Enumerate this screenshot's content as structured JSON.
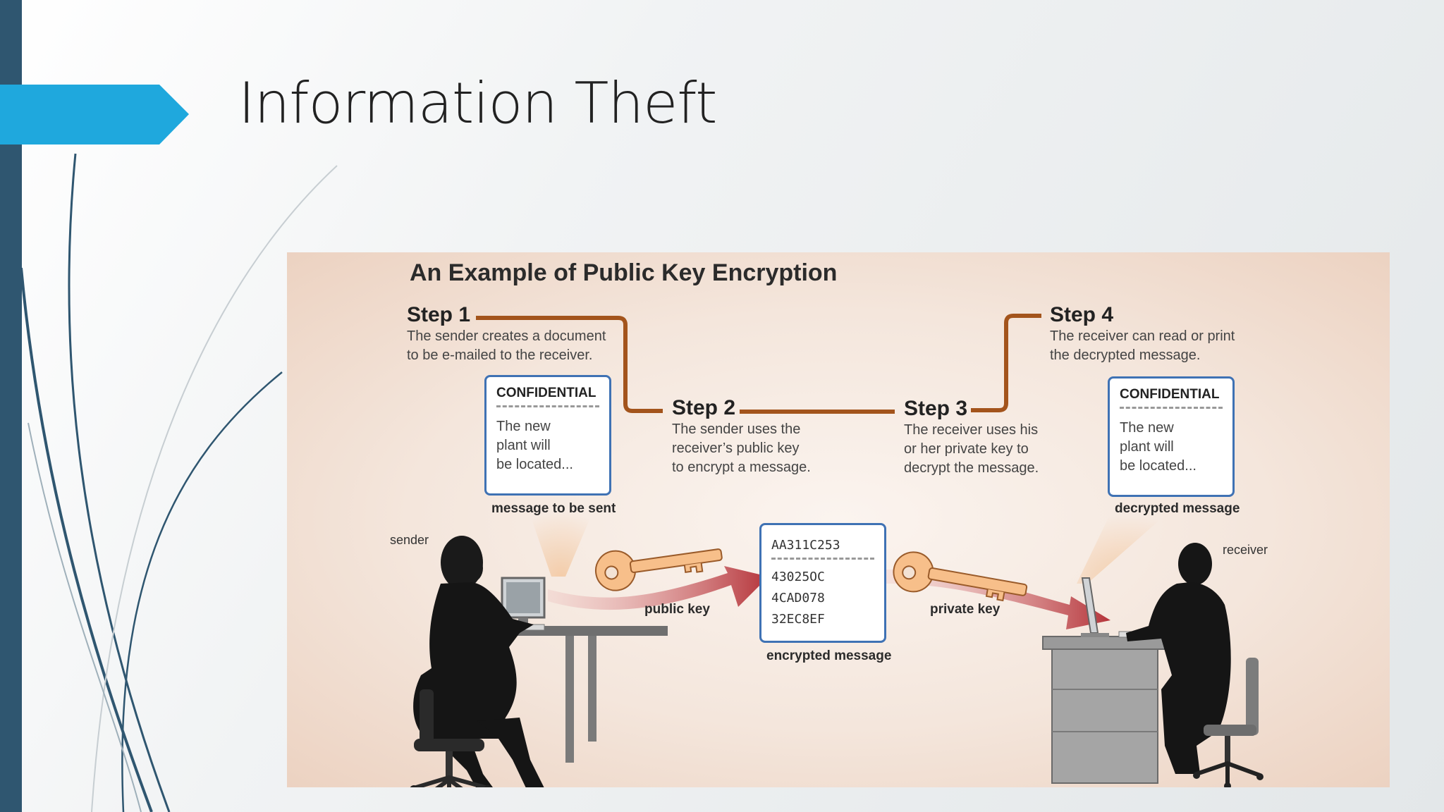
{
  "slide": {
    "title": "Information Theft",
    "accent_color": "#1fa8dd",
    "sidebar_color": "#2f5670"
  },
  "figure": {
    "title": "An Example of Public Key Encryption",
    "step1": {
      "head": "Step 1",
      "lines": [
        "The sender creates a document",
        "to be e-mailed to the receiver."
      ]
    },
    "step2": {
      "head": "Step 2",
      "lines": [
        "The sender uses the",
        "receiver’s public key",
        "to encrypt a message."
      ]
    },
    "step3": {
      "head": "Step 3",
      "lines": [
        "The receiver uses his",
        "or her private key to",
        "decrypt the message."
      ]
    },
    "step4": {
      "head": "Step 4",
      "lines": [
        "The receiver can read or print",
        "the decrypted message."
      ]
    },
    "sent_doc": {
      "heading": "CONFIDENTIAL",
      "lines": [
        "The new",
        "plant will",
        "be located..."
      ],
      "caption": "message to be sent"
    },
    "decrypted_doc": {
      "heading": "CONFIDENTIAL",
      "lines": [
        "The new",
        "plant will",
        "be located..."
      ],
      "caption": "decrypted message"
    },
    "encrypted_doc": {
      "heading": "AA311C253",
      "lines": [
        "43025OC",
        "4CAD078",
        "32EC8EF"
      ],
      "caption": "encrypted message"
    },
    "public_key_label": "public key",
    "private_key_label": "private key",
    "sender_label": "sender",
    "receiver_label": "receiver",
    "connector_color": "#a3541c",
    "arrow_color": "#b5343a"
  }
}
